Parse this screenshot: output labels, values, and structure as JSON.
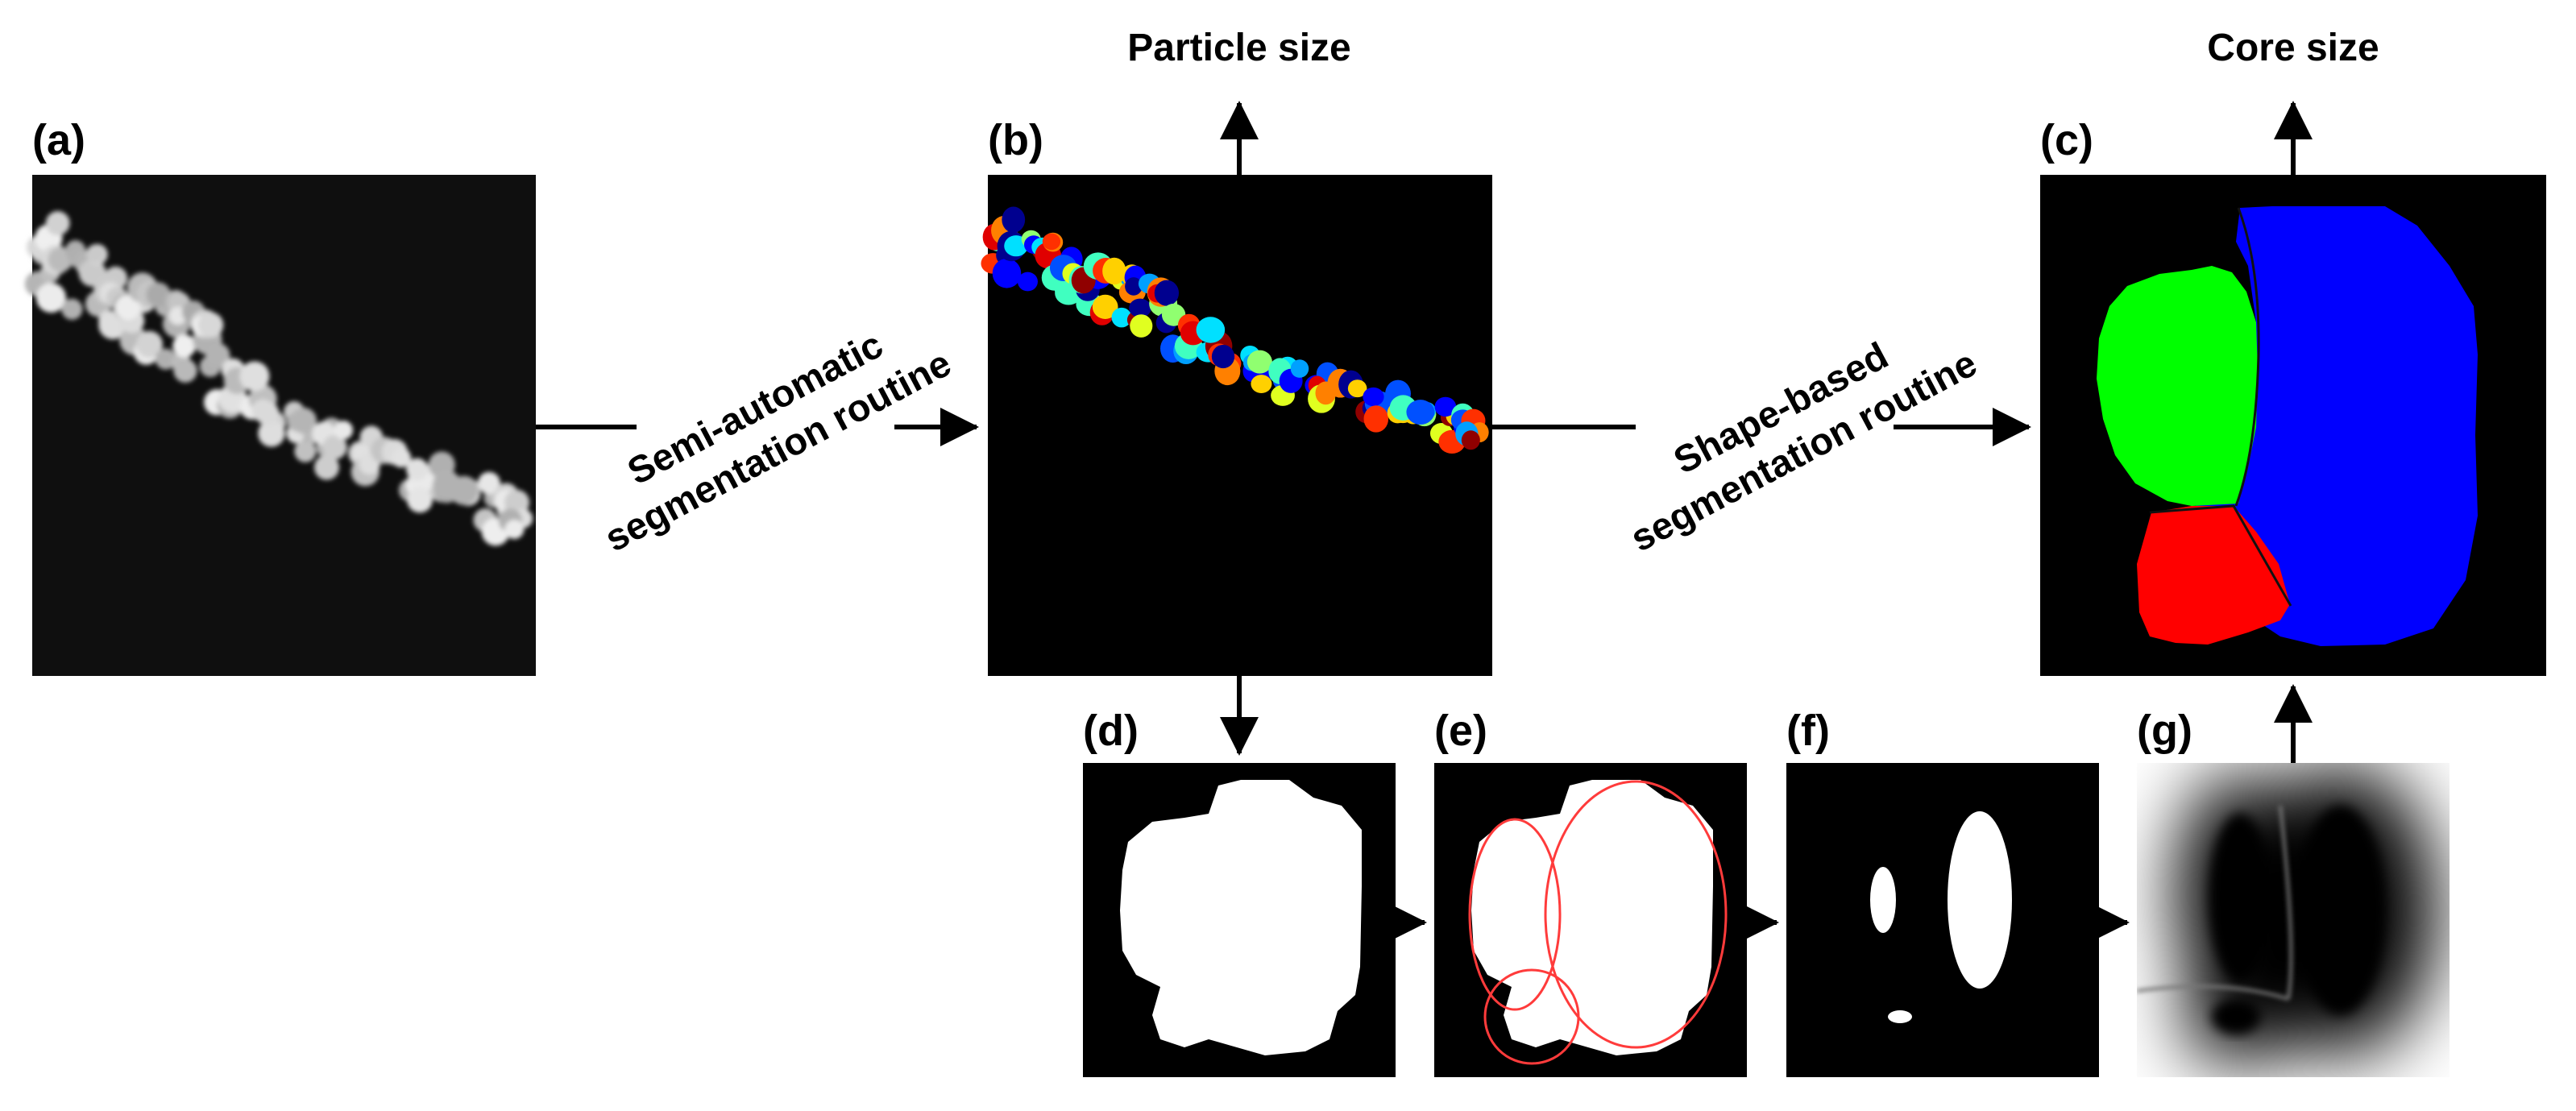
{
  "panels": {
    "a": {
      "label": "(a)"
    },
    "b": {
      "label": "(b)"
    },
    "c": {
      "label": "(c)"
    },
    "d": {
      "label": "(d)"
    },
    "e": {
      "label": "(e)"
    },
    "f": {
      "label": "(f)"
    },
    "g": {
      "label": "(g)"
    }
  },
  "outputs": {
    "particle_size": "Particle size",
    "core_size": "Core size"
  },
  "routines": {
    "semi_automatic": [
      "Semi-automatic",
      "segmentation routine"
    ],
    "shape_based": [
      "Shape-based",
      "segmentation routine"
    ]
  },
  "colors": {
    "panel_bg": "#000000",
    "arrow": "#000000",
    "ellipse_outline": "#ff3b3b",
    "core_green": "#00ff00",
    "core_blue": "#0000ff",
    "core_red": "#ff0000"
  }
}
